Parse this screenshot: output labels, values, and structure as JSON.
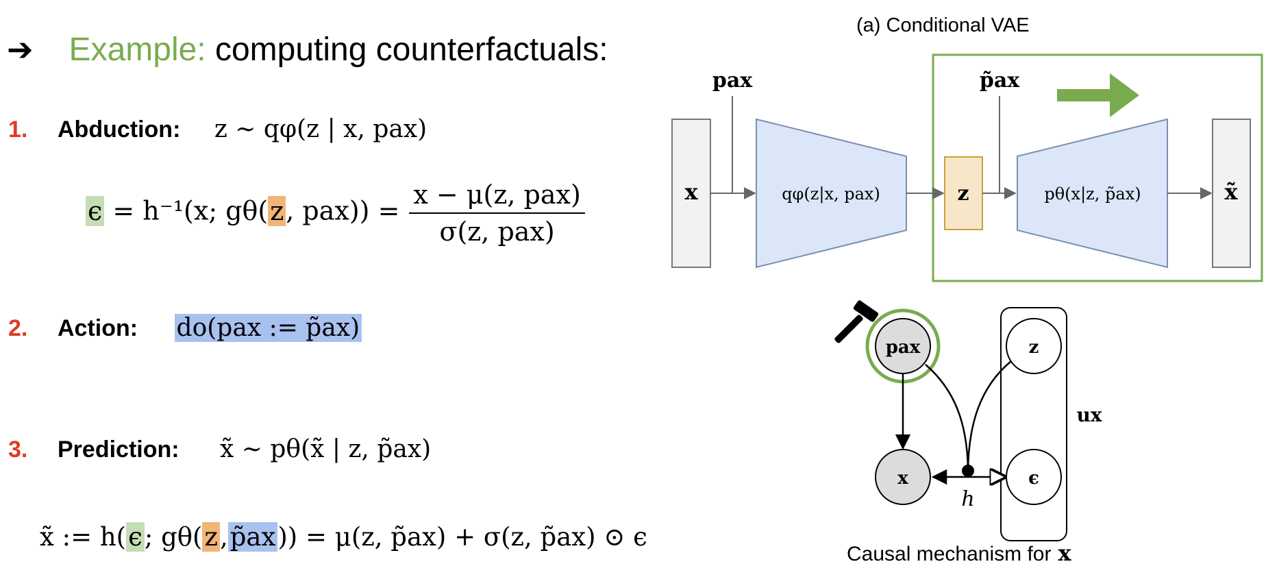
{
  "title": {
    "arrow": "➔",
    "accent": "Example:",
    "rest": " computing counterfactuals:"
  },
  "steps": [
    {
      "num": "1.",
      "label": "Abduction:",
      "formula": "z ∼ qφ(z | x, pax)"
    },
    {
      "num": "2.",
      "label": "Action:",
      "formula": "do(pax := p̃ax)"
    },
    {
      "num": "3.",
      "label": "Prediction:",
      "formula": "x̃ ∼ pθ(x̃ | z, p̃ax)"
    }
  ],
  "eq_abduction": {
    "eps": "ϵ",
    "mid": " = h⁻¹(x; gθ(",
    "z": "z",
    "pa": ", pax)) =",
    "num": "x − μ(z, pax)",
    "den": "σ(z, pax)"
  },
  "eq_prediction": {
    "lhs": "x̃ := h(",
    "eps": "ϵ",
    "semi": "; gθ(",
    "z": "z",
    "comma": ",",
    "pa": "p̃ax",
    "rhs": ")) = μ(z, p̃ax) + σ(z, p̃ax) ⊙ ϵ"
  },
  "vae": {
    "caption": "(a) Conditional VAE",
    "input": "x",
    "encoder": "qφ(z|x, pax)",
    "pa_in": "pax",
    "latent": "z",
    "pa_cf": "p̃ax",
    "decoder": "pθ(x|z, p̃ax)",
    "output": "x̃"
  },
  "graph": {
    "pa": "pax",
    "z": "z",
    "x": "x",
    "eps": "ϵ",
    "h": "h",
    "u": "ux",
    "caption": "Causal mechanism for",
    "caption_var": "x"
  },
  "colors": {
    "accent": "#7aab4f",
    "step_num": "#e03a24",
    "encoder": "#dbe6f8",
    "latent": "#f7e6c8",
    "hl_green": "#c5ddb5",
    "hl_orange": "#f0b577",
    "hl_blue": "#a9c1ef"
  }
}
